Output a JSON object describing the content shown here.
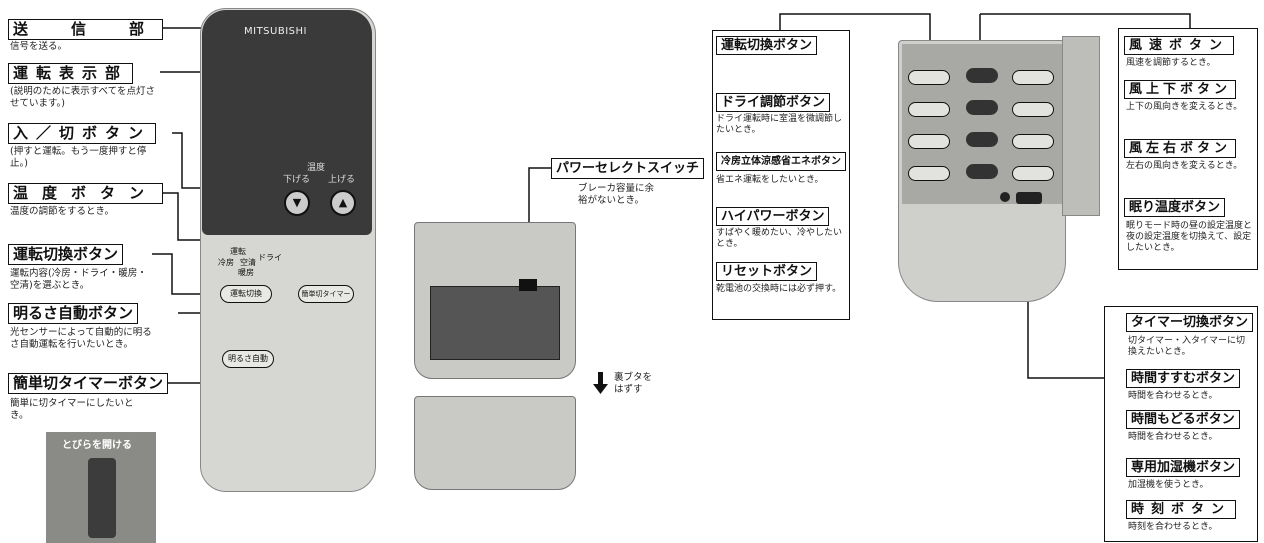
{
  "left": {
    "transmitter": {
      "label": "送　信　部",
      "desc": "信号を送る。"
    },
    "display": {
      "label": "運転表示部",
      "desc": "(説明のために表示すべてを点灯させています。)"
    },
    "power": {
      "label": "入／切ボタン",
      "desc": "(押すと運転。もう一度押すと停止。)"
    },
    "temp": {
      "label": "温度ボタン",
      "desc": "温度の調節をするとき。"
    },
    "mode": {
      "label": "運転切換ボタン",
      "desc": "運転内容(冷房・ドライ・暖房・空清)を選ぶとき。"
    },
    "bright": {
      "label": "明るさ自動ボタン",
      "desc": "光センサーによって自動的に明るさ自動運転を行いたいとき。"
    },
    "easy_timer": {
      "label": "簡単切タイマーボタン",
      "desc": "簡単に切タイマーにしたいとき。"
    }
  },
  "remote": {
    "brand": "MITSUBISHI",
    "temp_label": "温度",
    "temp_down": "下げる",
    "temp_up": "上げる",
    "mode_list_a": "冷房",
    "mode_list_b": "ドライ",
    "mode_list_c": "空清",
    "mode_list_d": "暖房",
    "mode_list_top": "運転",
    "btn_mode": "運転切換",
    "btn_timer": "簡単切タイマー",
    "btn_bright": "明るさ自動",
    "photo_caption": "とびらを開ける"
  },
  "middle": {
    "switch": {
      "label": "パワーセレクトスイッチ",
      "desc": "ブレーカ容量に余裕がないとき。"
    },
    "cover_note": "裏ブタをはずす"
  },
  "right_left": {
    "mode": {
      "label": "運転切換ボタン"
    },
    "dry": {
      "label": "ドライ調節ボタン",
      "desc": "ドライ運転時に室温を微調節したいとき。"
    },
    "eco": {
      "label": "冷房立体涼感省エネボタン",
      "desc": "省エネ運転をしたいとき。"
    },
    "hipower": {
      "label": "ハイパワーボタン",
      "desc": "すばやく暖めたい、冷やしたいとき。"
    },
    "reset": {
      "label": "リセットボタン",
      "desc": "乾電池の交換時には必ず押す。"
    }
  },
  "right_right": {
    "fan": {
      "label": "風速ボタン",
      "desc": "風速を調節するとき。"
    },
    "vane_ud": {
      "label": "風上下ボタン",
      "desc": "上下の風向きを変えるとき。"
    },
    "vane_lr": {
      "label": "風左右ボタン",
      "desc": "左右の風向きを変えるとき。"
    },
    "sleep": {
      "label": "眠り温度ボタン",
      "desc": "眠りモード時の昼の設定温度と夜の設定温度を切換えて、設定したいとき。"
    },
    "timer_sw": {
      "label": "タイマー切換ボタン",
      "desc": "切タイマー・入タイマーに切換えたいとき。"
    },
    "time_fwd": {
      "label": "時間すすむボタン",
      "desc": "時間を合わせるとき。"
    },
    "time_back": {
      "label": "時間もどるボタン",
      "desc": "時間を合わせるとき。"
    },
    "humid": {
      "label": "専用加湿機ボタン",
      "desc": "加湿機を使うとき。"
    },
    "clock": {
      "label": "時刻ボタン",
      "desc": "時刻を合わせるとき。"
    }
  }
}
